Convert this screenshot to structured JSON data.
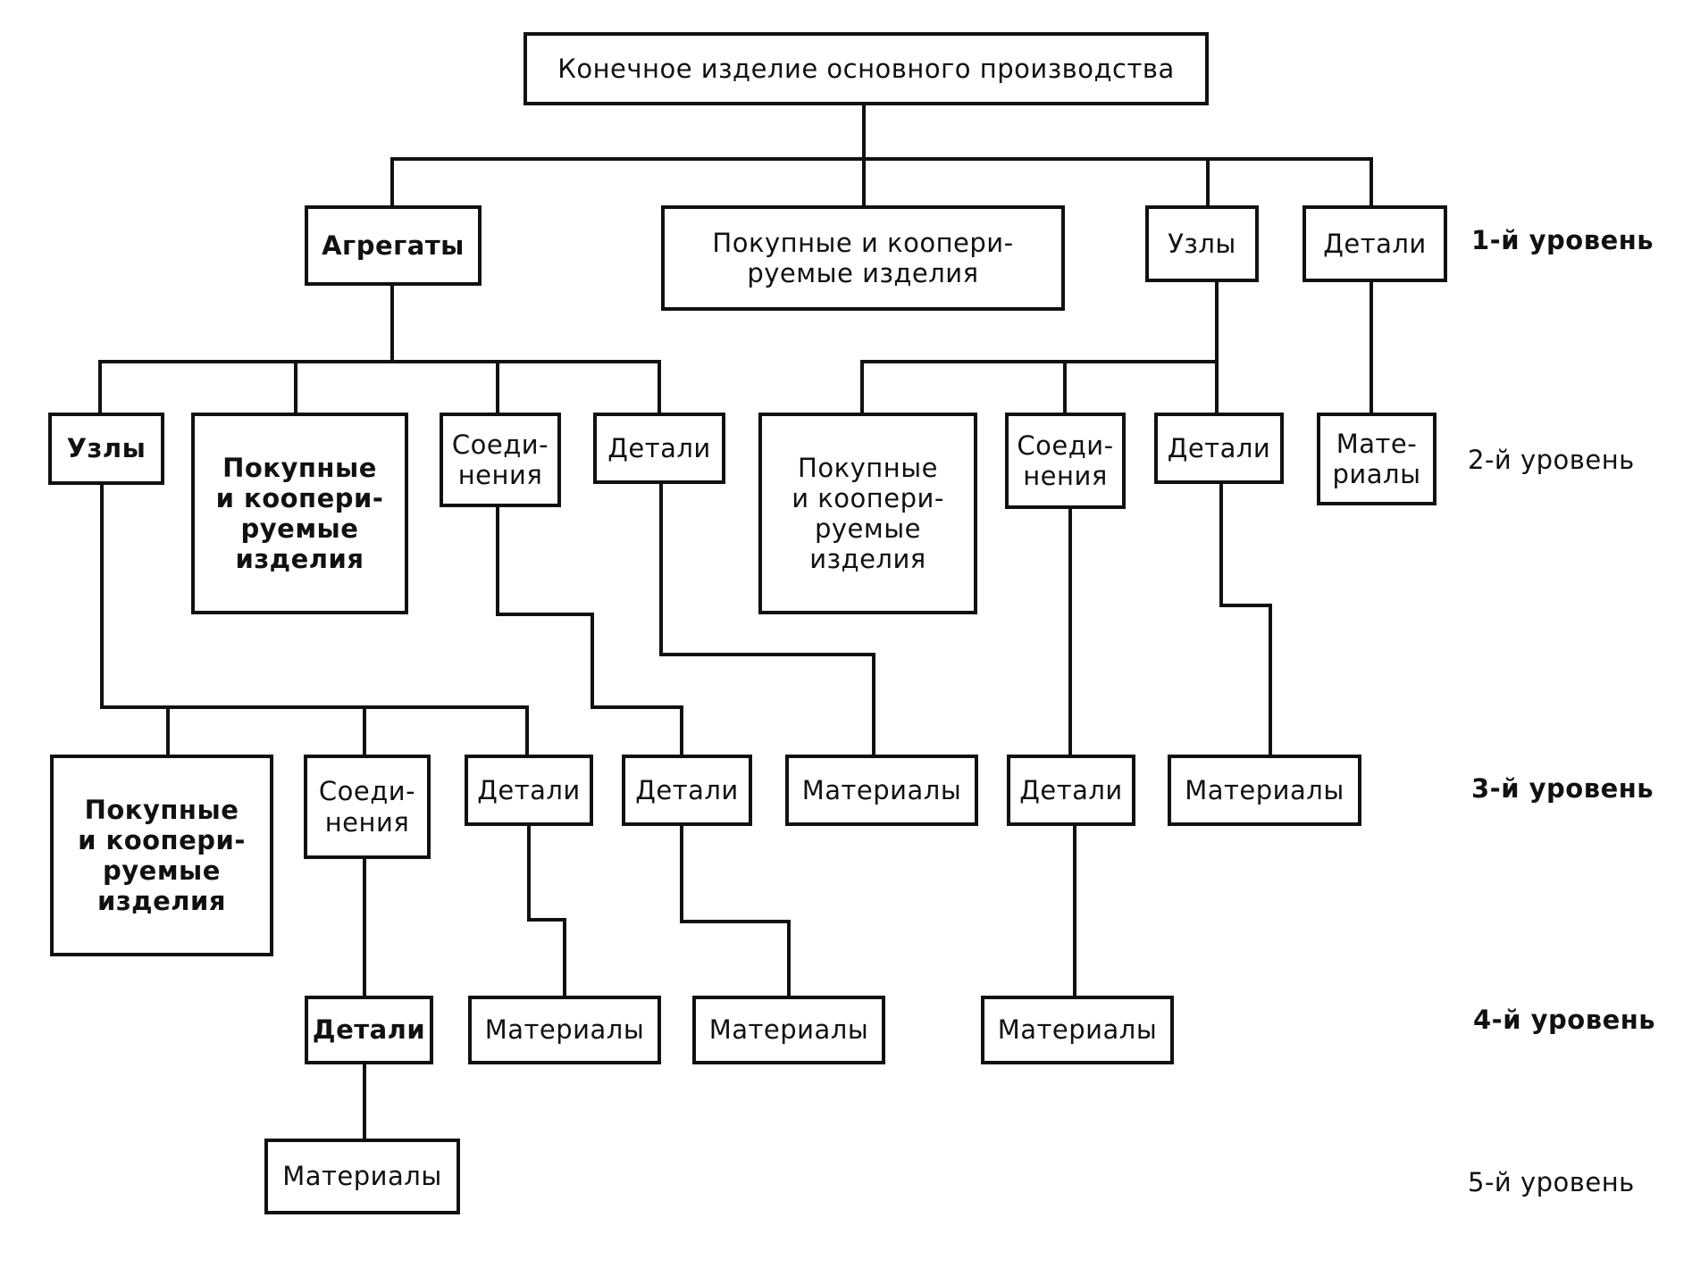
{
  "nodes": {
    "root": "Конечное изделие основного производства",
    "agg": "Агрегаты",
    "pk1": "Покупные и коопери-\nруемые изделия",
    "uzl1": "Узлы",
    "det1": "Детали",
    "a_uzl": "Узлы",
    "a_pk": "Покупные\nи коопери-\nруемые\nизделия",
    "a_soed": "Соеди-\nнения",
    "a_det": "Детали",
    "u_pk": "Покупные\nи коопери-\nруемые\nизделия",
    "u_soed": "Соеди-\nнения",
    "u_det": "Детали",
    "d_mat": "Мате-\nриалы",
    "l3_pk": "Покупные\nи коопери-\nруемые\nизделия",
    "l3_soed": "Соеди-\nнения",
    "l3_det1": "Детали",
    "l3_det2": "Детали",
    "l3_mat1": "Материалы",
    "l3_det3": "Детали",
    "l3_mat2": "Материалы",
    "l4_det": "Детали",
    "l4_mat1": "Материалы",
    "l4_mat2": "Материалы",
    "l4_mat3": "Материалы",
    "l5_mat": "Материалы"
  },
  "levels": {
    "l1": "1-й уровень",
    "l2": "2-й уровень",
    "l3": "3-й уровень",
    "l4": "4-й уровень",
    "l5": "5-й уровень"
  }
}
